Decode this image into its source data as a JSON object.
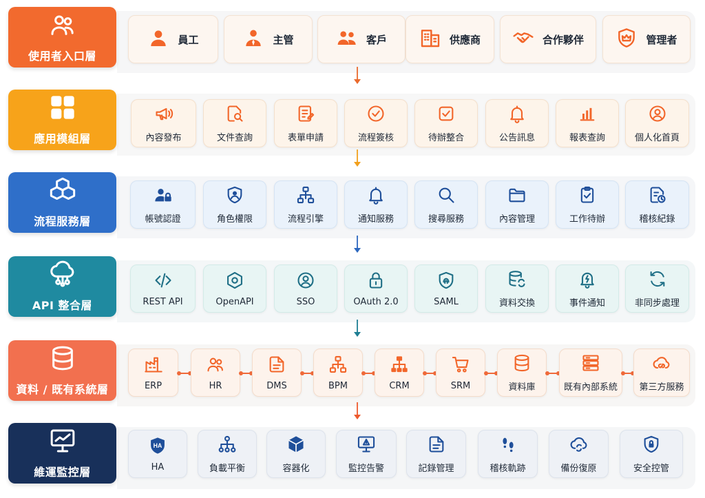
{
  "colors": {
    "layer0": "#f26a2e",
    "layer1": "#f7a31a",
    "layer2": "#2f6fc9",
    "layer3": "#1f8aa0",
    "layer4": "#f2704f",
    "layer5": "#18305a",
    "accent_orange": "#f2662a",
    "accent_blue": "#1f4f9a",
    "accent_teal": "#1f6f86"
  },
  "layers": [
    {
      "label": "使用者入口層",
      "icon": "users-icon",
      "items": [
        {
          "label": "員工",
          "icon": "person-icon"
        },
        {
          "label": "主管",
          "icon": "manager-icon"
        },
        {
          "label": "客戶",
          "icon": "customers-icon"
        },
        {
          "label": "供應商",
          "icon": "building-icon"
        },
        {
          "label": "合作夥伴",
          "icon": "handshake-icon"
        },
        {
          "label": "管理者",
          "icon": "crown-shield-icon"
        }
      ]
    },
    {
      "label": "應用模組層",
      "icon": "grid-icon",
      "items": [
        {
          "label": "內容發布",
          "icon": "megaphone-icon"
        },
        {
          "label": "文件查詢",
          "icon": "document-search-icon"
        },
        {
          "label": "表單申請",
          "icon": "form-icon"
        },
        {
          "label": "流程簽核",
          "icon": "check-circle-icon"
        },
        {
          "label": "待辦整合",
          "icon": "checkbox-icon"
        },
        {
          "label": "公告訊息",
          "icon": "bell-icon"
        },
        {
          "label": "報表查詢",
          "icon": "bar-chart-icon"
        },
        {
          "label": "個人化首頁",
          "icon": "user-circle-icon"
        }
      ]
    },
    {
      "label": "流程服務層",
      "icon": "cubes-icon",
      "items": [
        {
          "label": "帳號認證",
          "icon": "user-lock-icon"
        },
        {
          "label": "角色權限",
          "icon": "shield-user-icon"
        },
        {
          "label": "流程引擎",
          "icon": "workflow-icon"
        },
        {
          "label": "通知服務",
          "icon": "bell-icon"
        },
        {
          "label": "搜尋服務",
          "icon": "search-icon"
        },
        {
          "label": "內容管理",
          "icon": "folder-icon"
        },
        {
          "label": "工作待辦",
          "icon": "clipboard-check-icon"
        },
        {
          "label": "稽核紀錄",
          "icon": "document-clock-icon"
        }
      ]
    },
    {
      "label": "API 整合層",
      "icon": "cloud-network-icon",
      "items": [
        {
          "label": "REST API",
          "icon": "code-icon"
        },
        {
          "label": "OpenAPI",
          "icon": "hexagon-gear-icon"
        },
        {
          "label": "SSO",
          "icon": "user-circle-icon"
        },
        {
          "label": "OAuth 2.0",
          "icon": "lock-icon"
        },
        {
          "label": "SAML",
          "icon": "shield-fingerprint-icon"
        },
        {
          "label": "資料交換",
          "icon": "database-sync-icon"
        },
        {
          "label": "事件通知",
          "icon": "bell-alert-icon"
        },
        {
          "label": "非同步處理",
          "icon": "sync-icon"
        }
      ]
    },
    {
      "label": "資料 / 既有系統層",
      "icon": "database-icon",
      "items": [
        {
          "label": "ERP",
          "icon": "factory-icon"
        },
        {
          "label": "HR",
          "icon": "users-icon"
        },
        {
          "label": "DMS",
          "icon": "document-icon"
        },
        {
          "label": "BPM",
          "icon": "workflow-icon"
        },
        {
          "label": "CRM",
          "icon": "org-chart-icon"
        },
        {
          "label": "SRM",
          "icon": "cart-icon"
        },
        {
          "label": "資料庫",
          "icon": "database-icon"
        },
        {
          "label": "既有內部系統",
          "icon": "server-icon"
        },
        {
          "label": "第三方服務",
          "icon": "cloud-link-icon"
        }
      ]
    },
    {
      "label": "維運監控層",
      "icon": "monitor-chart-icon",
      "items": [
        {
          "label": "HA",
          "icon": "ha-shield-icon",
          "icon_text": "HA"
        },
        {
          "label": "負載平衡",
          "icon": "load-balancer-icon"
        },
        {
          "label": "容器化",
          "icon": "container-cube-icon"
        },
        {
          "label": "監控告警",
          "icon": "monitor-alert-icon"
        },
        {
          "label": "記錄管理",
          "icon": "document-icon"
        },
        {
          "label": "稽核軌跡",
          "icon": "footprints-icon"
        },
        {
          "label": "備份復原",
          "icon": "cloud-sync-icon"
        },
        {
          "label": "安全控管",
          "icon": "shield-lock-icon"
        }
      ]
    }
  ]
}
